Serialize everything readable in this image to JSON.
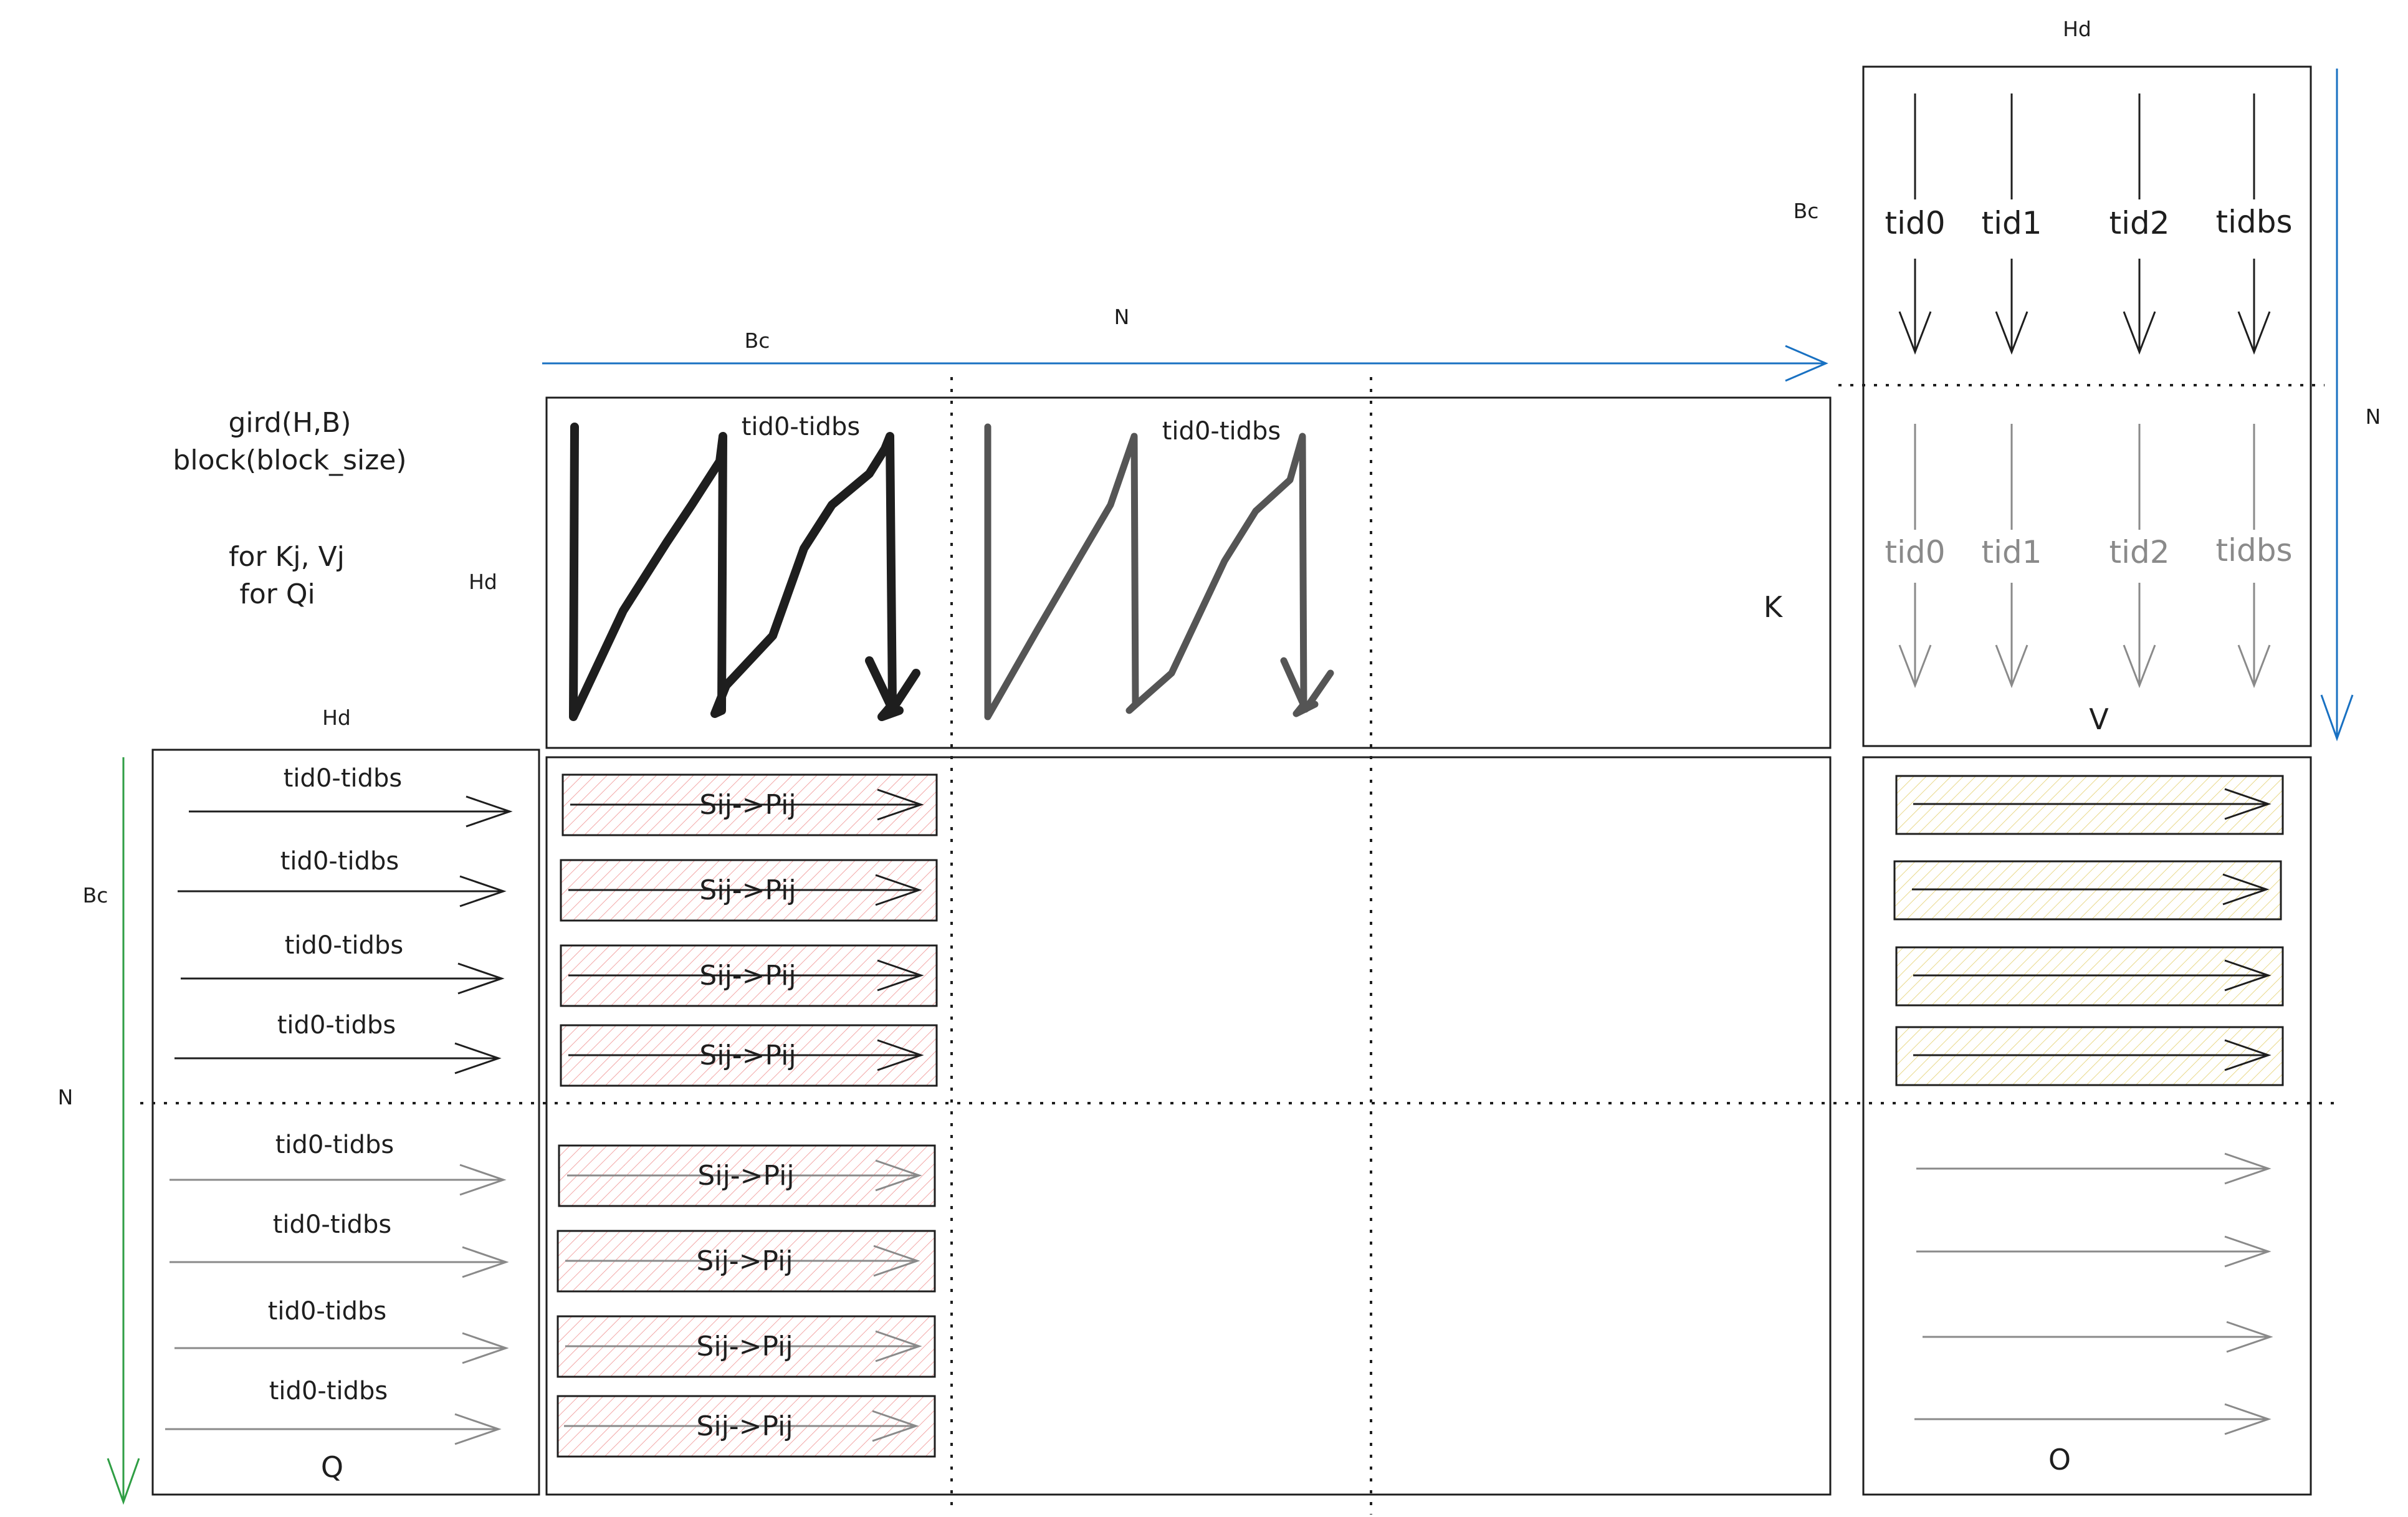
{
  "notes": {
    "launch_line1": "gird(H,B)",
    "launch_line2": "block(block_size)",
    "loop_line1": "for Kj, Vj",
    "loop_line2": "for Qi"
  },
  "labels": {
    "hd_k": "Hd",
    "hd_q": "Hd",
    "hd_v": "Hd",
    "bc_top": "Bc",
    "bc_v": "Bc",
    "bc_q": "Bc",
    "n_top": "N",
    "n_right": "N",
    "n_left": "N"
  },
  "matrices": {
    "k": "K",
    "v": "V",
    "q": "Q",
    "o": "O"
  },
  "k_block_labels": [
    "tid0-tidbs",
    "tid0-tidbs"
  ],
  "v_threads_top": [
    "tid0",
    "tid1",
    "tid2",
    "tidbs"
  ],
  "v_threads_bottom": [
    "tid0",
    "tid1",
    "tid2",
    "tidbs"
  ],
  "q_row_labels": [
    "tid0-tidbs",
    "tid0-tidbs",
    "tid0-tidbs",
    "tid0-tidbs",
    "tid0-tidbs",
    "tid0-tidbs",
    "tid0-tidbs",
    "tid0-tidbs"
  ],
  "s_cells": [
    "Sij->Pij",
    "Sij->Pij",
    "Sij->Pij",
    "Sij->Pij",
    "Sij->Pij",
    "Sij->Pij",
    "Sij->Pij",
    "Sij->Pij"
  ],
  "colors": {
    "ink": "#1e1e1e",
    "faded": "#8a8a8a",
    "blue_axis": "#1971c2",
    "green_axis": "#2f9e44",
    "s_fill": "#ffc9c9",
    "o_fill": "#fff3bf"
  }
}
